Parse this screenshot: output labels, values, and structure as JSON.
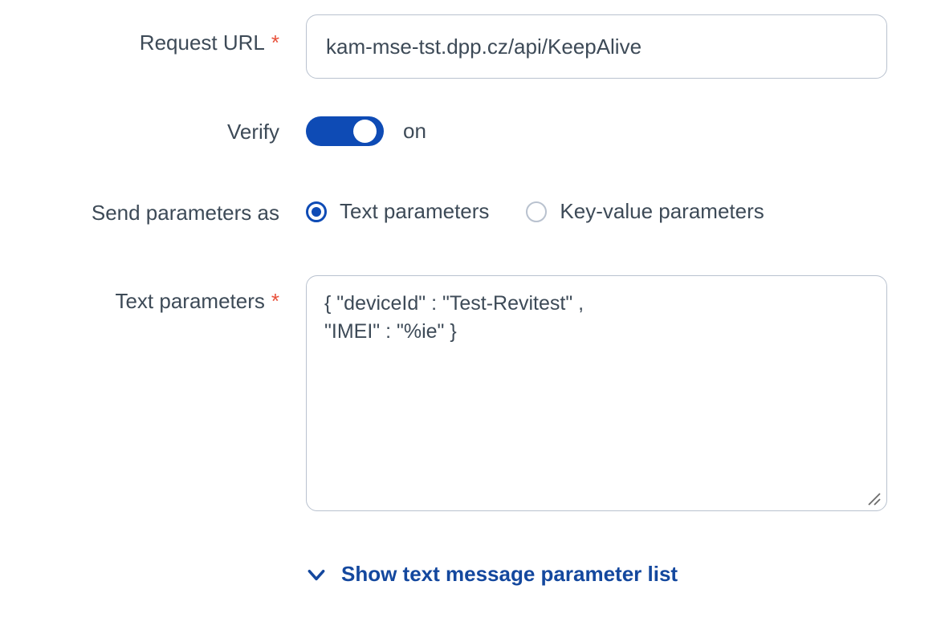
{
  "form": {
    "request_url": {
      "label": "Request URL",
      "required_mark": "*",
      "value": "kam-mse-tst.dpp.cz/api/KeepAlive",
      "placeholder": ""
    },
    "verify": {
      "label": "Verify",
      "state_text": "on",
      "enabled": true
    },
    "send_parameters_as": {
      "label": "Send parameters as",
      "options": [
        {
          "label": "Text parameters",
          "selected": true
        },
        {
          "label": "Key-value parameters",
          "selected": false
        }
      ]
    },
    "text_parameters": {
      "label": "Text parameters",
      "required_mark": "*",
      "value": "{ \"deviceId\" : \"Test-Revitest\" ,\n\"IMEI\" : \"%ie\" }",
      "placeholder": ""
    },
    "parameter_list_link": {
      "label": "Show text message parameter list",
      "icon": "chevron-down-icon"
    }
  },
  "colors": {
    "accent_blue": "#0e4bb5",
    "link_blue": "#14489e",
    "required_red": "#e8503a",
    "border_gray": "#b9c2cf",
    "text": "#3d4a57"
  }
}
